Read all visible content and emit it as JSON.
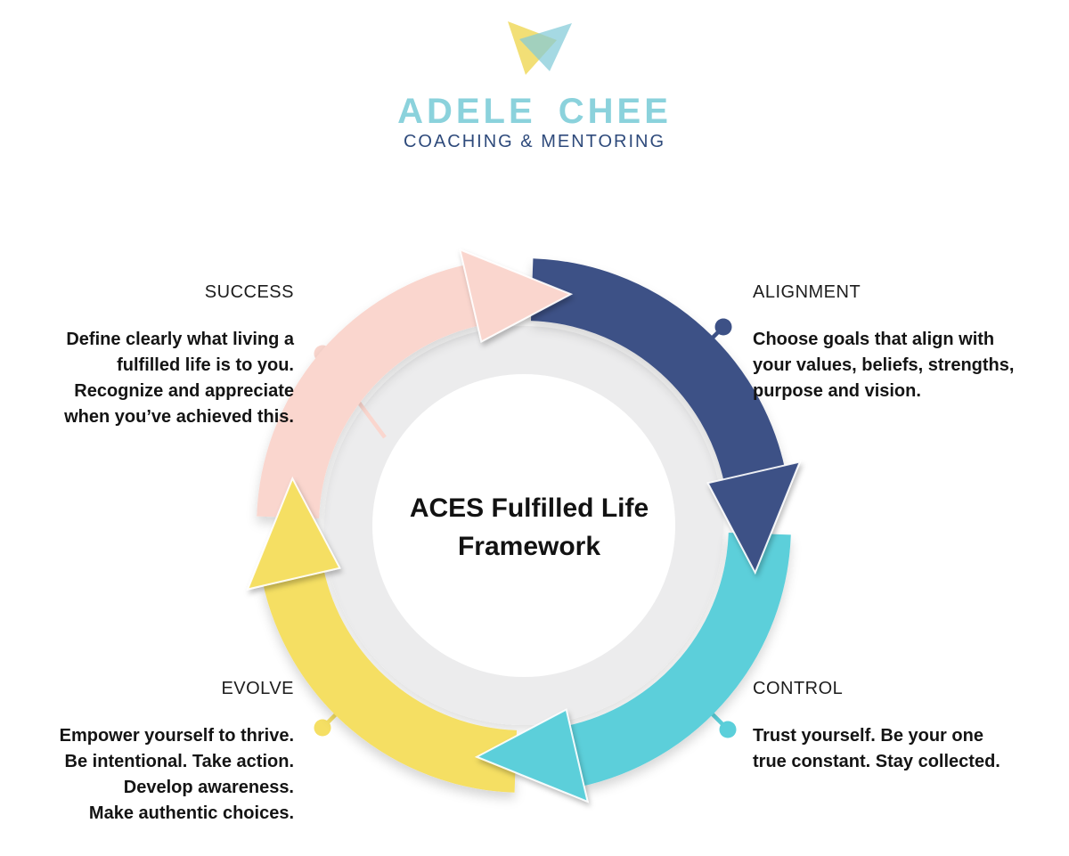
{
  "brand": {
    "name": "ADELE CHEE",
    "tagline": "COACHING & MENTORING",
    "colors": {
      "name_teal": "#8BD2DC",
      "tagline_navy": "#2E4A7B",
      "mark_yellow": "#F0D95E",
      "mark_blue": "#82CBD8"
    }
  },
  "wheel": {
    "center_title_lines": [
      "ACES Fulfilled Life",
      "Framework"
    ],
    "inner_ring_color": "#ECECED",
    "segments": [
      {
        "id": "success",
        "label": "SUCCESS",
        "color": "#FAD6CE",
        "position": "top-left",
        "description": "Define clearly what living a\nfulfilled life is to you.\nRecognize and appreciate\nwhen you’ve achieved this."
      },
      {
        "id": "alignment",
        "label": "ALIGNMENT",
        "color": "#3D5186",
        "position": "top-right",
        "description": "Choose goals that align with\nyour values, beliefs, strengths,\npurpose and vision."
      },
      {
        "id": "control",
        "label": "CONTROL",
        "color": "#5BCFDA",
        "position": "bottom-right",
        "description": "Trust yourself. Be your one\ntrue constant. Stay collected."
      },
      {
        "id": "evolve",
        "label": "EVOLVE",
        "color": "#F5DF64",
        "position": "bottom-left",
        "description": "Empower yourself to thrive.\nBe intentional. Take action.\nDevelop awareness.\nMake authentic choices."
      }
    ]
  }
}
